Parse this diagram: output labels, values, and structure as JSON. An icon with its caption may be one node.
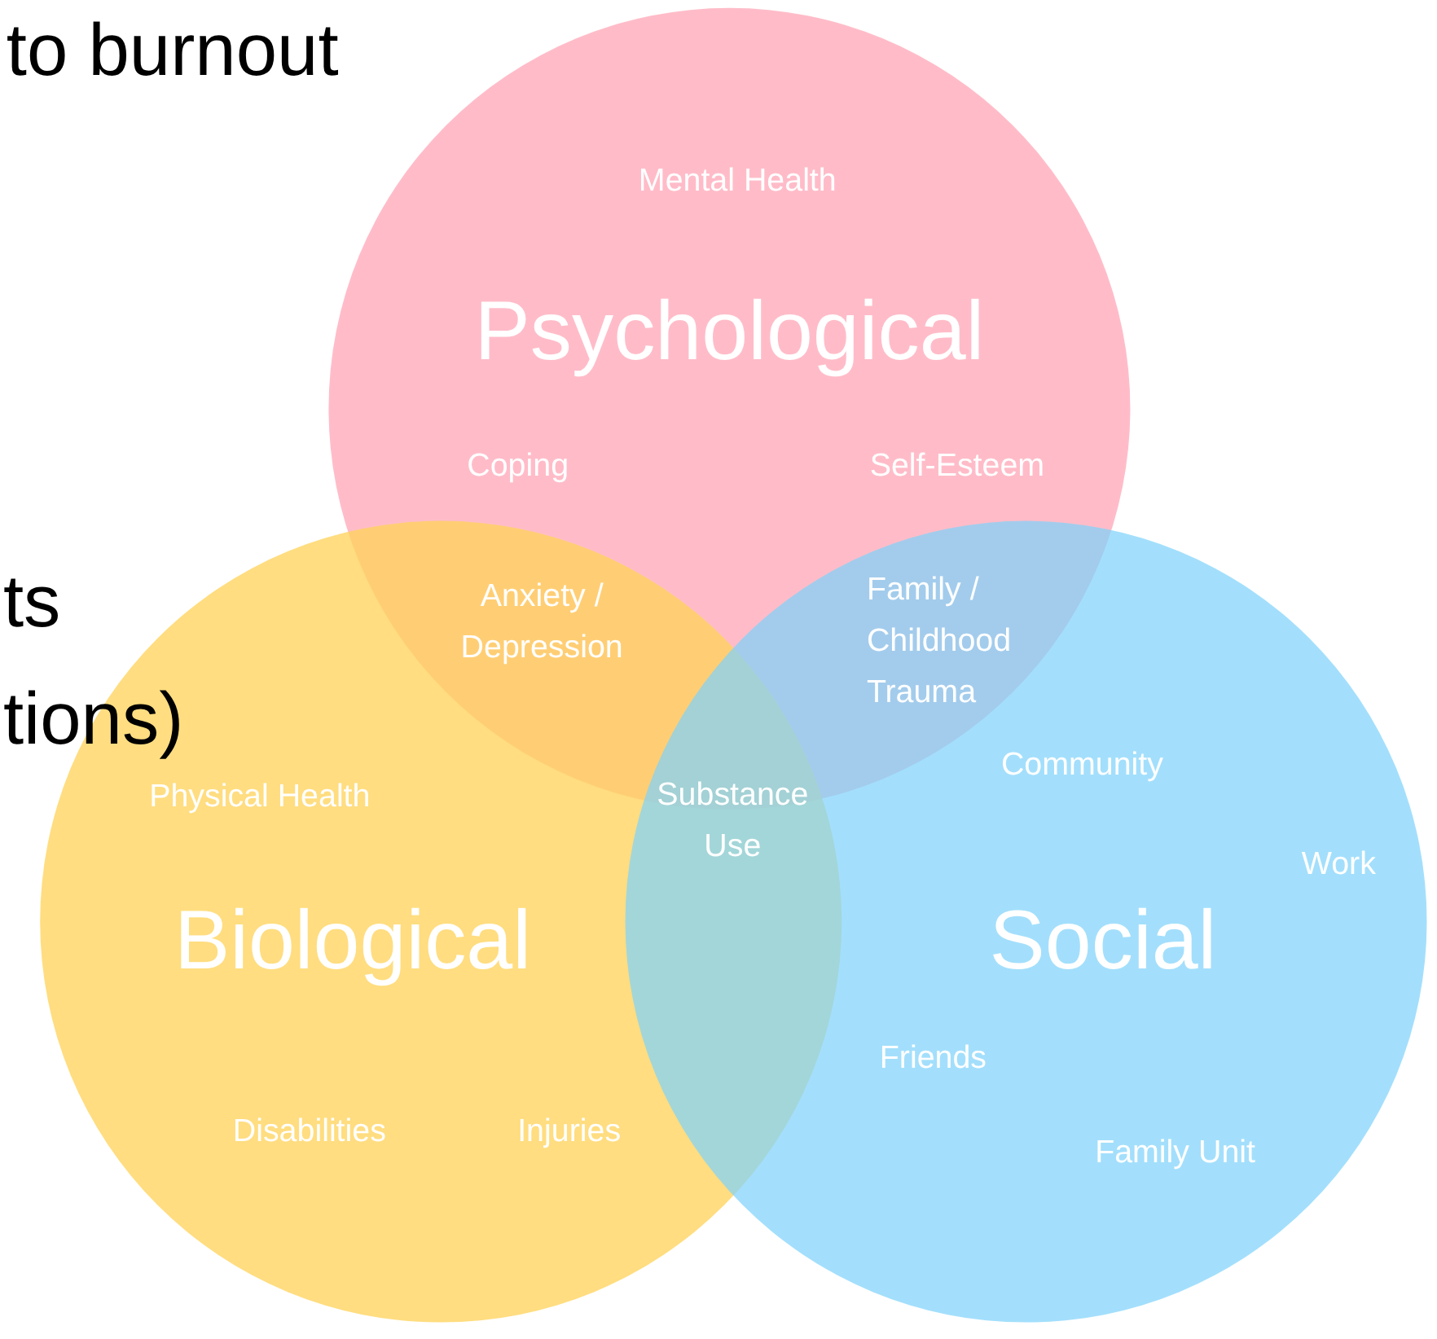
{
  "diagram": {
    "nodes": [
      {
        "text": [
          "Mental Health",
          "Psychological",
          "Coping",
          "Self-Esteem"
        ]
      },
      {
        "text": [
          "Physical Health",
          "Biological",
          "Disabilities",
          "Injuries"
        ]
      },
      {
        "text": [
          "Community",
          "Work",
          "Social",
          "Friends",
          "Family Unit"
        ]
      }
    ],
    "edges": [],
    "labels": [
      "to burnout",
      "ts",
      "tions)",
      "Anxiety / Depression",
      "Family / Childhood Trauma",
      "Substance Use"
    ]
  }
}
